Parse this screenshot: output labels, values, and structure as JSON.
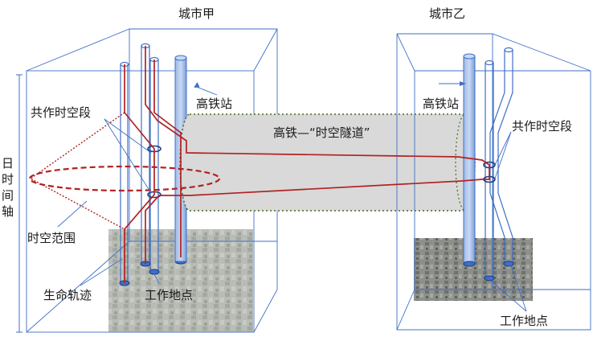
{
  "labels": {
    "city_a": "城市甲",
    "city_b": "城市乙",
    "station_a": "高铁站",
    "station_b": "高铁站",
    "tunnel": "高铁—“时空隧道”",
    "shared_segment_a": "共作时空段",
    "shared_segment_b": "共作时空段",
    "time_axis_chars": [
      "日",
      "时",
      "间",
      "轴"
    ],
    "spacetime_range": "时空范围",
    "life_trajectory": "生命轨迹",
    "work_location_a": "工作地点",
    "work_location_b": "工作地点"
  },
  "colors": {
    "box_edge": "#3f6fc6",
    "trajectory": "#b22222",
    "station_column": "#5b86c9",
    "tunnel_fill": "#d9d9d9",
    "tunnel_border": "#4a6b1a"
  }
}
